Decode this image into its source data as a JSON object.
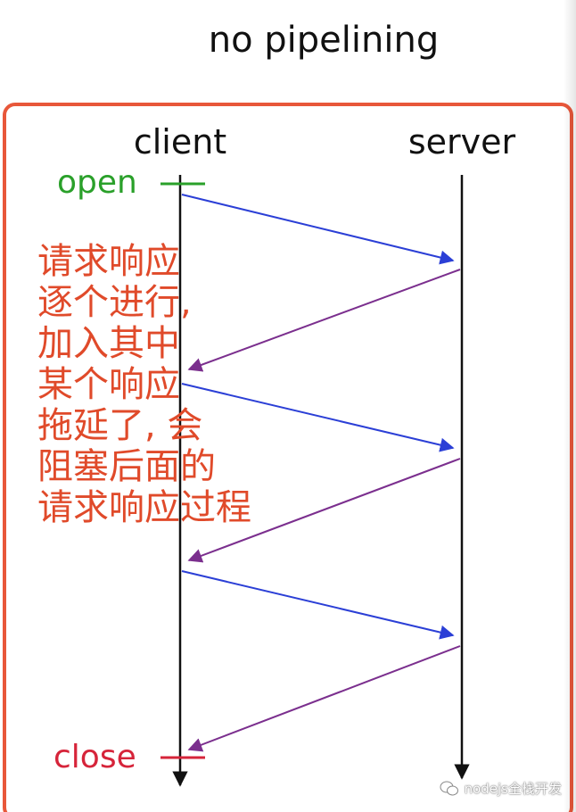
{
  "title": "no pipelining",
  "diagram": {
    "client_label": "client",
    "server_label": "server",
    "open_label": "open",
    "close_label": "close",
    "colors": {
      "frame": "#e8573a",
      "request_arrow": "#2b3fd6",
      "response_arrow": "#7b2f8e",
      "open_text": "#2aa02a",
      "close_text": "#d6243a",
      "timeline": "#111111",
      "annotation": "#e04a2a"
    },
    "messages": [
      {
        "type": "request",
        "label": ""
      },
      {
        "type": "response",
        "label": ""
      },
      {
        "type": "request",
        "label": ""
      },
      {
        "type": "response",
        "label": ""
      },
      {
        "type": "request",
        "label": ""
      },
      {
        "type": "response",
        "label": ""
      }
    ]
  },
  "annotation_lines": [
    "请求响应",
    "逐个进行,",
    "加入其中",
    "某个响应",
    "拖延了, 会",
    "阻塞后面的",
    "请求响应过程"
  ],
  "watermark": {
    "icon": "wechat-icon",
    "text": "nodejs全栈开发"
  }
}
